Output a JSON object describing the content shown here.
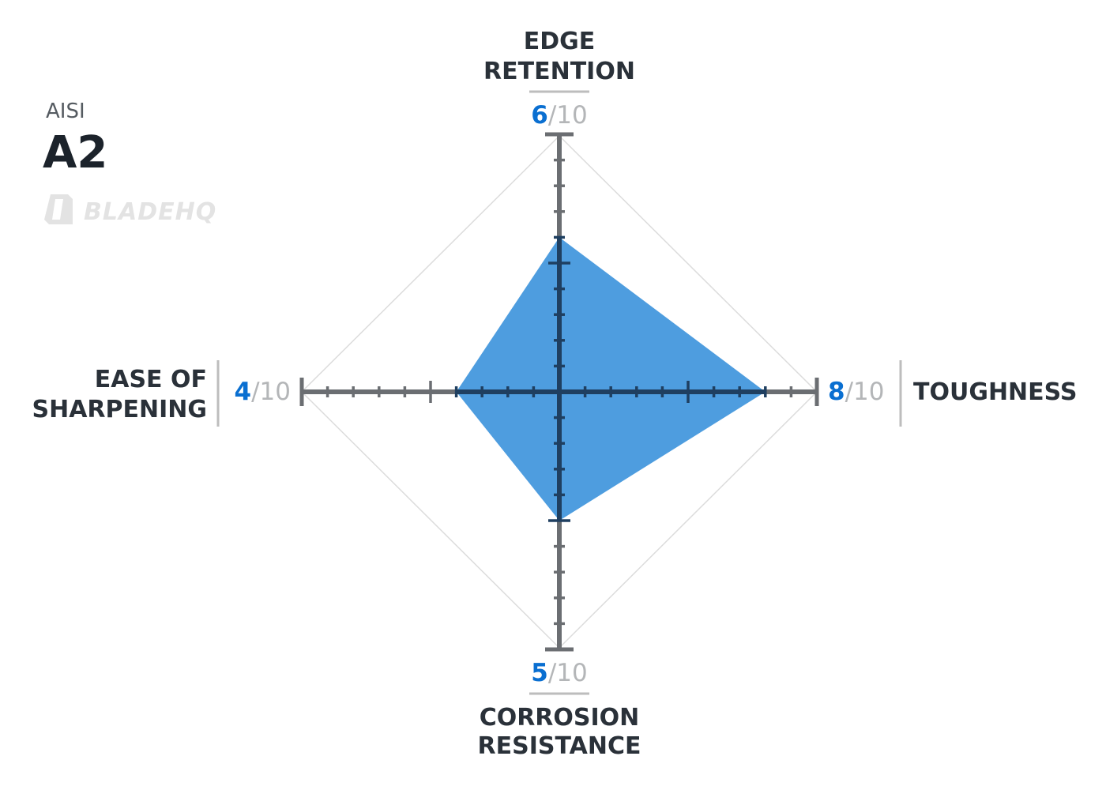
{
  "steel": {
    "prefix": "AISI",
    "name": "A2"
  },
  "brand": {
    "wordmark": "BLADEHQ"
  },
  "chart_data": {
    "type": "radar",
    "max": 10,
    "axes": [
      {
        "key": "edge_retention",
        "label_lines": [
          "EDGE",
          "RETENTION"
        ],
        "value": 6,
        "value_text": "6",
        "max_text": "/10"
      },
      {
        "key": "toughness",
        "label_lines": [
          "TOUGHNESS"
        ],
        "value": 8,
        "value_text": "8",
        "max_text": "/10"
      },
      {
        "key": "corrosion_resistance",
        "label_lines": [
          "CORROSION",
          "RESISTANCE"
        ],
        "value": 5,
        "value_text": "5",
        "max_text": "/10"
      },
      {
        "key": "ease_of_sharpening",
        "label_lines": [
          "EASE OF",
          "SHARPENING"
        ],
        "value": 4,
        "value_text": "4",
        "max_text": "/10"
      }
    ],
    "colors": {
      "fill": "#4e9ddf",
      "axis": "#6b6e72",
      "axis_inner": "#1f3f60",
      "grid": "#dcdcdc",
      "divider": "#bdbdbd",
      "value": "#0a6fd1",
      "max": "#b4b6b8"
    }
  }
}
